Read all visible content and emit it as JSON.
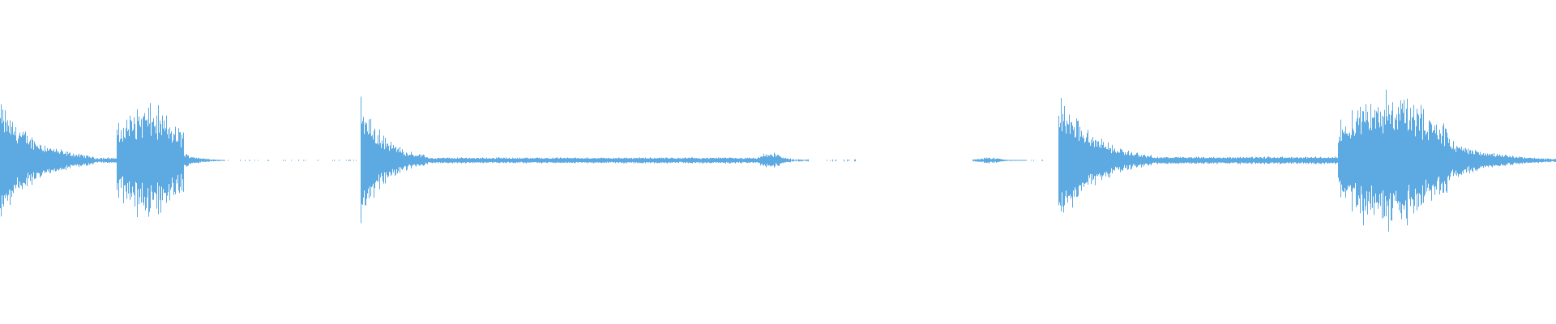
{
  "waveform": {
    "color": "#5DA9E1",
    "background": "#FFFFFF",
    "amplitude_scale": [
      -1,
      1
    ],
    "segments": [
      {
        "start": 0.0,
        "end": 0.06,
        "peak": 0.8,
        "shape": "decay"
      },
      {
        "start": 0.06,
        "end": 0.075,
        "peak": 0.04,
        "shape": "flat"
      },
      {
        "start": 0.075,
        "end": 0.118,
        "peak": 0.78,
        "shape": "burst"
      },
      {
        "start": 0.118,
        "end": 0.145,
        "peak": 0.1,
        "shape": "decay"
      },
      {
        "start": 0.145,
        "end": 0.232,
        "peak": 0.01,
        "shape": "sparse"
      },
      {
        "start": 0.232,
        "end": 0.275,
        "peak": 0.82,
        "shape": "decay"
      },
      {
        "start": 0.275,
        "end": 0.485,
        "peak": 0.04,
        "shape": "tail"
      },
      {
        "start": 0.485,
        "end": 0.52,
        "peak": 0.1,
        "shape": "blip"
      },
      {
        "start": 0.52,
        "end": 0.558,
        "peak": 0.02,
        "shape": "sparse"
      },
      {
        "start": 0.558,
        "end": 0.625,
        "peak": 0.0,
        "shape": "silence"
      },
      {
        "start": 0.625,
        "end": 0.66,
        "peak": 0.04,
        "shape": "blip"
      },
      {
        "start": 0.66,
        "end": 0.68,
        "peak": 0.01,
        "shape": "sparse"
      },
      {
        "start": 0.68,
        "end": 0.74,
        "peak": 0.92,
        "shape": "decay"
      },
      {
        "start": 0.74,
        "end": 0.86,
        "peak": 0.05,
        "shape": "tail"
      },
      {
        "start": 0.86,
        "end": 0.93,
        "peak": 0.95,
        "shape": "burst"
      },
      {
        "start": 0.93,
        "end": 1.0,
        "peak": 0.3,
        "shape": "decay"
      }
    ]
  }
}
